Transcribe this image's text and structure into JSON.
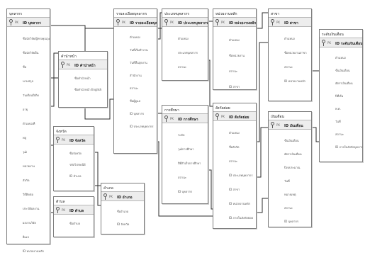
{
  "diagram": {
    "tables": [
      {
        "id": "t1",
        "title": "บุคลากร",
        "pk": "ID บุคลากร",
        "pk_label": "PK",
        "fields": [
          "ชื่อนักวิจัย/ผู้ทรงคุณวุฒิ",
          "ชื่อนักวิจัยอื่น",
          "ชื่อ",
          "นามสกุล",
          "วันเดือนปีเกิด",
          "อายุ",
          "ตำแหน่งที่",
          "พลู",
          "วุฒิ",
          "หน่วยงาน",
          "สังกัด",
          "วิธีติดต่อ",
          "ประวัติผลงาน",
          "ผลงานวิจัย",
          "อีเมล",
          "ID หน่วยงานหลัก"
        ]
      },
      {
        "id": "t2",
        "title": "คำนำหน้า",
        "pk": "ID คำนำหน้า",
        "pk_label": "PK",
        "fields": [
          "ชื่อคำนำหน้า",
          "ชื่อคำนำหน้า English"
        ]
      },
      {
        "id": "t3",
        "title": "จังหวัด",
        "pk": "ID จังหวัด",
        "pk_label": "PK",
        "fields": [
          "ชื่อจังหวัด",
          "รหัสไปรษณีย์",
          "ID อำเภอ"
        ]
      },
      {
        "id": "t4",
        "title": "ตำบล",
        "pk": "ID ตำบล",
        "pk_label": "PK",
        "fields": [
          "ชื่อตำบล"
        ]
      },
      {
        "id": "t5",
        "title": "อำเภอ",
        "pk": "ID อำเภอ",
        "pk_label": "PK",
        "fields": [
          "ชื่ออำเภอ",
          "ID จังหวัด"
        ]
      },
      {
        "id": "t6",
        "title": "รายละเอียดบุคลากร",
        "pk": "ID รายละเอียดบุคลากร",
        "pk_label": "PK",
        "fields": [
          "ตำแหน่ง",
          "วันที่เริ่มทำงาน",
          "วันที่สิ้นสุดงาน",
          "สำนักงาน",
          "สถานะ",
          "ชื่อผู้ดูแล",
          "ID บุคลากร",
          "ID ประเภทบุคลากร"
        ]
      },
      {
        "id": "t7",
        "title": "ประเภทบุคลากร",
        "pk": "ID ประเภทบุคลากร",
        "pk_label": "PK",
        "fields": [
          "ตำแหน่ง",
          "ประเภทบุคลากร",
          "สถานะ"
        ]
      },
      {
        "id": "t8",
        "title": "การศึกษา",
        "pk": "ID การศึกษา",
        "pk_label": "PK",
        "fields": [
          "ระดับ",
          "วุฒิการศึกษา",
          "ปีที่สำเร็จการศึกษา",
          "สถานะ",
          "ID บุคลากร"
        ]
      },
      {
        "id": "t9",
        "title": "หน่วยงานหลัก",
        "pk": "ID หน่วยงานหลัก",
        "pk_label": "PK",
        "fields": [
          "ตำแหน่ง",
          "ชื่อหน่วยงาน",
          "สถานะ",
          "ID สาขา"
        ]
      },
      {
        "id": "t10",
        "title": "สาขา",
        "pk": "ID สาขา",
        "pk_label": "PK",
        "fields": [
          "ตำแหน่ง",
          "ชื่อหน่วยงานสาขา",
          "สถานะ",
          "ID หน่วยงานหลัก"
        ]
      },
      {
        "id": "t11",
        "title": "สังกัดย่อย",
        "pk": "ID สังกัดย่อย",
        "pk_label": "PK",
        "fields": [
          "ตำแหน่ง",
          "ชื่อสังกัด",
          "สถานะ",
          "ID ประเภทบุคลากร",
          "ID สาขา",
          "ID หน่วยงานหลัก",
          "ID ภายในสังกัดย่อย"
        ]
      },
      {
        "id": "t12",
        "title": "เงินเดือน",
        "pk": "ID เงินเดือน",
        "pk_label": "PK",
        "fields": [
          "ขั้นเงินเดือน",
          "อัตราเงินเดือน",
          "ปีงบประมาณ",
          "วันที่",
          "หมายเหตุ",
          "สถานะ",
          "ID บุคลากร"
        ]
      },
      {
        "id": "t13",
        "title": "ระดับเงินเดือน",
        "pk": "ID ระดับเงินเดือน",
        "pk_label": "PK",
        "fields": [
          "ตำแหน่ง",
          "ขั้นเงินเดือน",
          "อัตราเงินเดือน",
          "ปีที่เริ่ม",
          "พ.ศ.",
          "วันที่",
          "สถานะ",
          "ID ภายในสังกัดบุคลากร"
        ]
      }
    ]
  }
}
